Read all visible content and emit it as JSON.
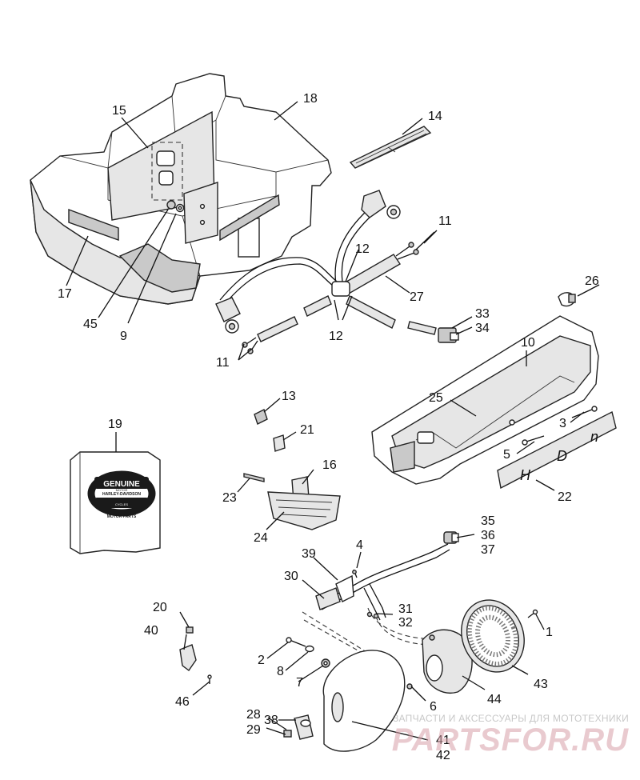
{
  "diagram": {
    "callouts": [
      "1",
      "2",
      "3",
      "4",
      "5",
      "6",
      "7",
      "8",
      "9",
      "10",
      "11",
      "11",
      "12",
      "12",
      "13",
      "14",
      "15",
      "16",
      "17",
      "18",
      "19",
      "20",
      "21",
      "22",
      "23",
      "24",
      "25",
      "26",
      "27",
      "28",
      "29",
      "30",
      "31",
      "32",
      "33",
      "34",
      "35",
      "36",
      "37",
      "38",
      "39",
      "40",
      "41",
      "42",
      "43",
      "44",
      "45",
      "46"
    ],
    "plate_text": [
      "H",
      "D",
      "n"
    ],
    "badge": {
      "top": "GENUINE",
      "middle": [
        "MOTOR",
        "HARLEY-DAVIDSON",
        "CYCLES"
      ],
      "bottom": "MOTOR PARTS"
    }
  },
  "watermark": {
    "caption": "ЗАПЧАСТИ И АКСЕССУАРЫ ДЛЯ МОТОТЕХНИКИ",
    "logo": "PARTSFOR.RU"
  }
}
